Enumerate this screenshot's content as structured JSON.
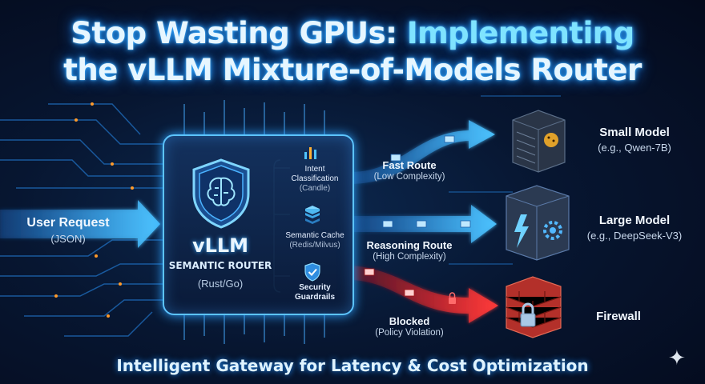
{
  "title": {
    "line1_a": "Stop Wasting GPUs: ",
    "line1_b": "Implementing",
    "line2": "the vLLM Mixture-of-Models Router"
  },
  "input": {
    "label": "User Request",
    "format": "(JSON)"
  },
  "router": {
    "name": "vLLM",
    "subtitle": "SEMANTIC ROUTER",
    "lang": "(Rust/Go)",
    "components": [
      {
        "name": "Intent Classification",
        "detail": "(Candle)",
        "icon": "bar-chart-icon"
      },
      {
        "name": "Semantic Cache",
        "detail": "(Redis/Milvus)",
        "icon": "database-stack-icon"
      },
      {
        "name": "Security Guardrails",
        "detail": "",
        "icon": "shield-check-icon"
      }
    ]
  },
  "routes": [
    {
      "name": "Fast Route",
      "detail": "(Low Complexity)",
      "color": "#3fb6ff"
    },
    {
      "name": "Reasoning Route",
      "detail": "(High Complexity)",
      "color": "#3fb6ff"
    },
    {
      "name": "Blocked",
      "detail": "(Policy Violation)",
      "color": "#ff3b3b"
    }
  ],
  "targets": [
    {
      "name": "Small Model",
      "detail": "(e.g., Qwen-7B)",
      "icon": "server-cheetah-icon"
    },
    {
      "name": "Large Model",
      "detail": "(e.g., DeepSeek-V3)",
      "icon": "server-lightning-gear-icon"
    },
    {
      "name": "Firewall",
      "detail": "",
      "icon": "firewall-lock-icon"
    }
  ],
  "footer": "Intelligent Gateway for Latency & Cost Optimization",
  "colors": {
    "accent": "#3fb6ff",
    "danger": "#ff3b3b",
    "background": "#071631"
  }
}
